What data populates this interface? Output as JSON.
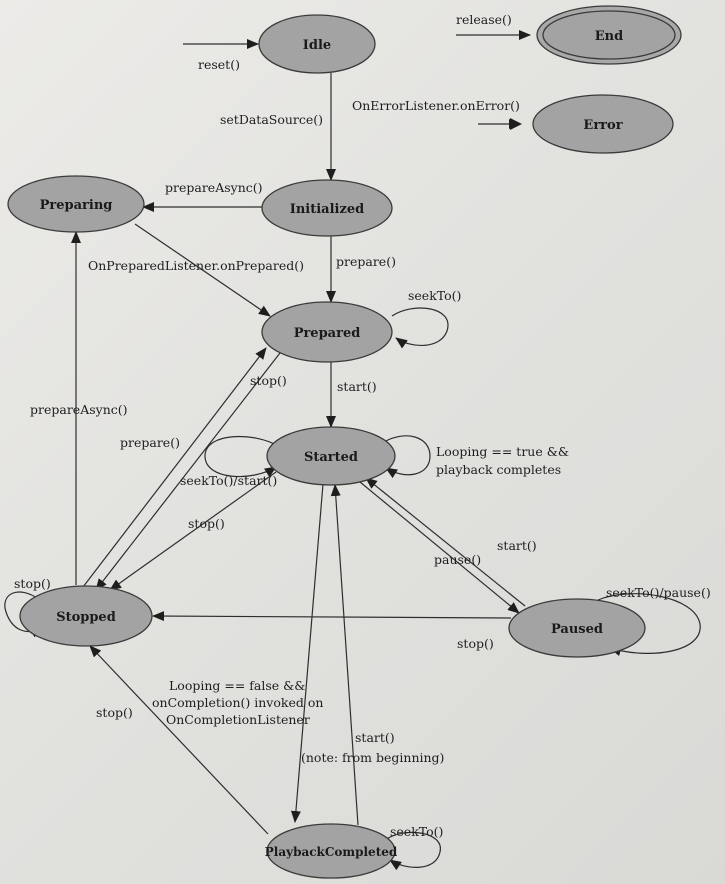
{
  "diagram": {
    "states": {
      "idle": "Idle",
      "end": "End",
      "error": "Error",
      "initialized": "Initialized",
      "preparing": "Preparing",
      "prepared": "Prepared",
      "started": "Started",
      "paused": "Paused",
      "stopped": "Stopped",
      "playback_completed": "PlaybackCompleted"
    },
    "transitions": {
      "reset": "reset()",
      "release": "release()",
      "on_error": "OnErrorListener.onError()",
      "set_data_source": "setDataSource()",
      "prepare_async_init": "prepareAsync()",
      "prepare_init": "prepare()",
      "on_prepared": "OnPreparedListener.onPrepared()",
      "seek_prepared": "seekTo()",
      "stop_prepared": "stop()",
      "start_prepared": "start()",
      "prepare_async_stopped": "prepareAsync()",
      "prepare_stopped": "prepare()",
      "seek_start_started": "seekTo()/start()",
      "looping_true_1": "Looping == true &&",
      "looping_true_2": "playback completes",
      "stop_started": "stop()",
      "start_paused": "start()",
      "pause": "pause()",
      "seek_pause_paused": "seekTo()/pause()",
      "stop_paused": "stop()",
      "stop_stopped_self": "stop()",
      "stop_completed": "stop()",
      "looping_false_1": "Looping == false &&",
      "looping_false_2": "onCompletion() invoked on",
      "looping_false_3": "OnCompletionListener",
      "start_from_beginning_1": "start()",
      "start_from_beginning_2": "(note: from beginning)",
      "seek_completed": "seekTo()"
    }
  }
}
